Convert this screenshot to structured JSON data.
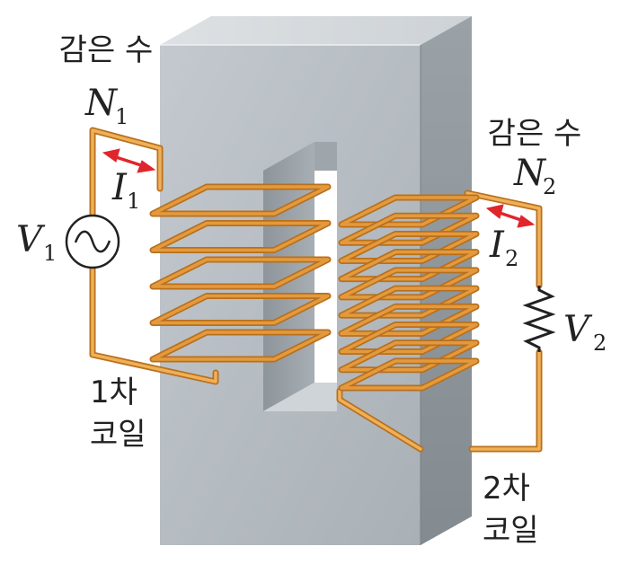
{
  "labels": {
    "primary_turns_title": "감은 수",
    "primary_turns_var": "N",
    "primary_turns_sub": "1",
    "secondary_turns_title": "감은 수",
    "secondary_turns_var": "N",
    "secondary_turns_sub": "2",
    "primary_current_var": "I",
    "primary_current_sub": "1",
    "secondary_current_var": "I",
    "secondary_current_sub": "2",
    "primary_voltage_var": "V",
    "primary_voltage_sub": "1",
    "secondary_voltage_var": "V",
    "secondary_voltage_sub": "2",
    "primary_coil_line1": "1차",
    "primary_coil_line2": "코일",
    "secondary_coil_line1": "2차",
    "secondary_coil_line2": "코일"
  },
  "colors": {
    "wire": "#e49a3c",
    "wire_dark": "#b8701e",
    "core_front": "#b9c0c6",
    "core_top": "#d7dce0",
    "core_side": "#8f979e",
    "arrow": "#e0262b"
  },
  "coils": {
    "primary_turns_drawn": 5,
    "secondary_turns_drawn": 10
  },
  "icons": {
    "ac_source": "ac-source-icon",
    "resistor": "resistor-icon"
  }
}
